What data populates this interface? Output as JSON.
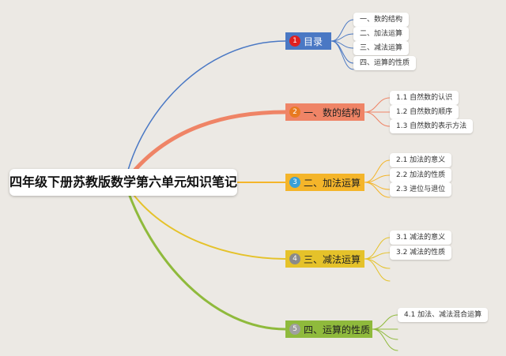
{
  "root": {
    "title": "四年级下册苏教版数学第六单元知识笔记"
  },
  "branches": [
    {
      "num": "1",
      "label": "目录",
      "color": "#4a78c4",
      "num_color": "#e02020",
      "leaves": [
        "一、数的结构",
        "二、加法运算",
        "三、减法运算",
        "四、运算的性质"
      ]
    },
    {
      "num": "2",
      "label": "一、数的结构",
      "color": "#ef8466",
      "num_color": "#e87a20",
      "leaves": [
        "1.1 自然数的认识",
        "1.2 自然数的顺序",
        "1.3 自然数的表示方法"
      ]
    },
    {
      "num": "3",
      "label": "二、加法运算",
      "color": "#f4b52a",
      "num_color": "#3aa0d8",
      "leaves": [
        "2.1 加法的意义",
        "2.2 加法的性质",
        "2.3 进位与退位"
      ]
    },
    {
      "num": "4",
      "label": "三、减法运算",
      "color": "#e5c22a",
      "num_color": "#8a8a8a",
      "leaves": [
        "3.1 减法的意义",
        "3.2 减法的性质"
      ]
    },
    {
      "num": "5",
      "label": "四、运算的性质",
      "color": "#8fba3c",
      "num_color": "#a0a0a0",
      "leaves": [
        "4.1 加法、减法混合运算"
      ]
    }
  ]
}
